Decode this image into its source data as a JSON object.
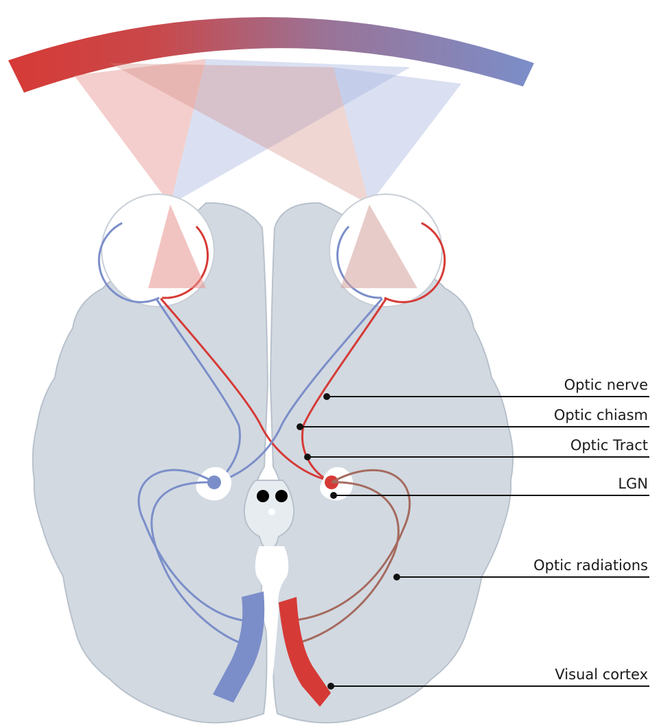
{
  "colors": {
    "left_field_red": "#d63a36",
    "right_field_blue": "#7b8ec9",
    "brain_fill": "#d2d9e1",
    "brain_outline": "#b8c1cb",
    "radiation_brown": "#a56a5e"
  },
  "labels": {
    "optic_nerve": "Optic nerve",
    "optic_chiasm": "Optic chiasm",
    "optic_tract": "Optic Tract",
    "lgn": "LGN",
    "optic_radiations": "Optic radiations",
    "visual_cortex": "Visual cortex"
  }
}
